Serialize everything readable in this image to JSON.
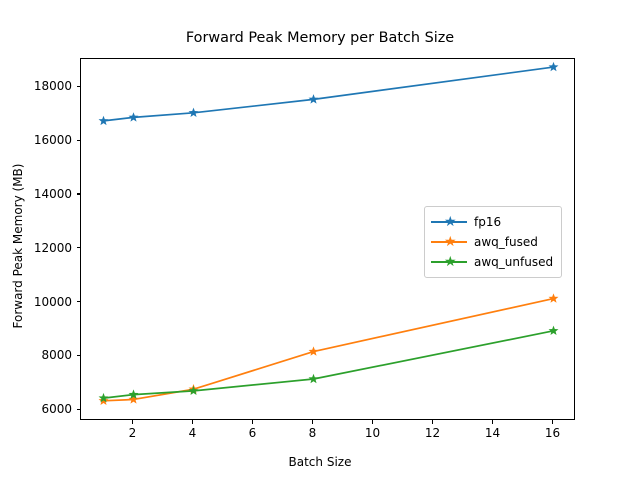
{
  "chart_data": {
    "type": "line",
    "title": "Forward Peak Memory per Batch Size",
    "xlabel": "Batch Size",
    "ylabel": "Forward Peak Memory (MB)",
    "x": [
      1,
      2,
      4,
      8,
      16
    ],
    "xlim": [
      0.25,
      16.75
    ],
    "ylim": [
      5600,
      19050
    ],
    "xticks": [
      2,
      4,
      6,
      8,
      10,
      12,
      14,
      16
    ],
    "yticks": [
      6000,
      8000,
      10000,
      12000,
      14000,
      16000,
      18000
    ],
    "xtick_labels": [
      "2",
      "4",
      "6",
      "8",
      "10",
      "12",
      "14",
      "16"
    ],
    "ytick_labels": [
      "6000",
      "8000",
      "10000",
      "12000",
      "14000",
      "16000",
      "18000"
    ],
    "grid": false,
    "legend_position": "center right",
    "marker": "star",
    "series": [
      {
        "name": "fp16",
        "color": "#1f77b4",
        "values": [
          16750,
          16880,
          17050,
          17550,
          18750
        ]
      },
      {
        "name": "awq_fused",
        "color": "#ff7f0e",
        "values": [
          6350,
          6400,
          6780,
          8180,
          10150
        ]
      },
      {
        "name": "awq_unfused",
        "color": "#2ca02c",
        "values": [
          6450,
          6580,
          6720,
          7160,
          8950
        ]
      }
    ]
  }
}
